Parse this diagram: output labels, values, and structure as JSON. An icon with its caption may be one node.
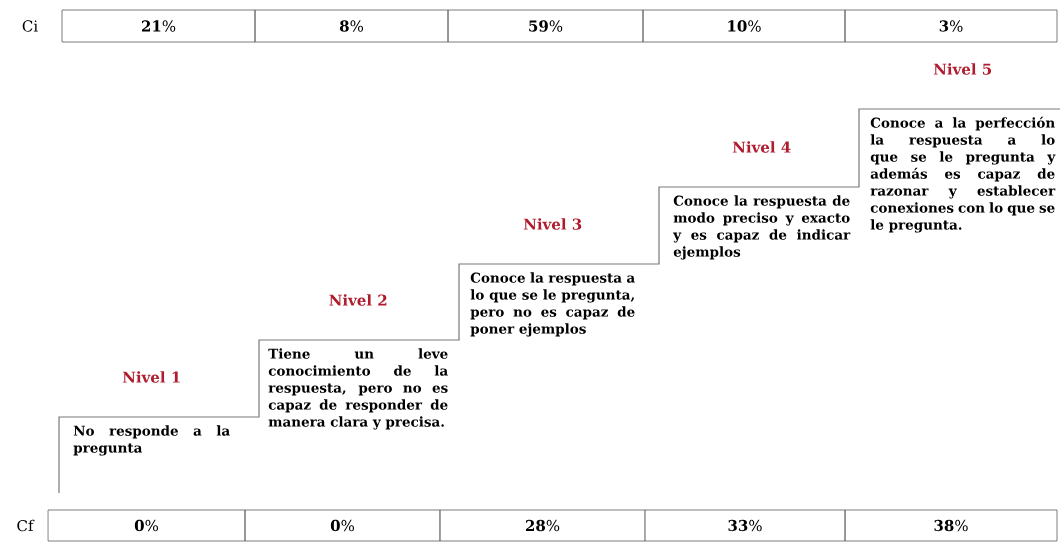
{
  "diagram": {
    "nodes": [
      {
        "text": [
          "Nivel 1",
          "No responde a la pregunta"
        ]
      },
      {
        "text": [
          "Nivel 2",
          "Tiene un leve conocimiento de la respuesta, pero no es capaz de responder de manera clara y precisa."
        ]
      },
      {
        "text": [
          "Nivel 3",
          "Conoce la respuesta a lo que se le pregunta, pero no es capaz de poner ejemplos"
        ]
      },
      {
        "text": [
          "Nivel 4",
          "Conoce la respuesta de modo preciso y exacto y es capaz de indicar ejemplos"
        ]
      },
      {
        "text": [
          "Nivel 5",
          "Conoce a la perfección la respuesta a lo que se le pregunta y además es capaz de razonar y establecer conexiones con lo que se le pregunta."
        ]
      }
    ],
    "labels": [
      "Ci",
      "**21**%",
      "**8**%",
      "**59**%",
      "**10**%",
      "**3**%",
      "Cf",
      "**0**%",
      "**0**%",
      "**28**%",
      "**33**%",
      "**38**%"
    ]
  }
}
